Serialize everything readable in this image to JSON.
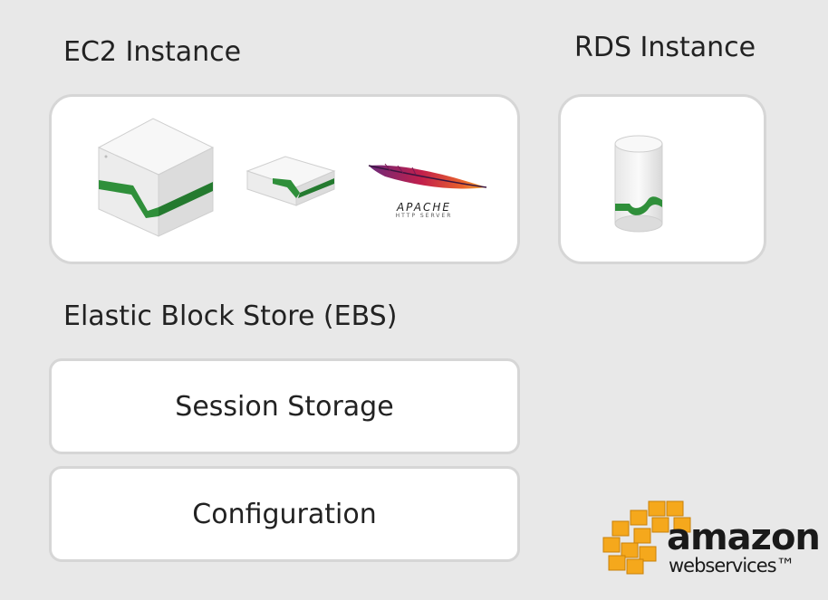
{
  "ec2": {
    "title": "EC2 Instance",
    "icons": [
      "large-server-cube-icon",
      "small-server-box-icon",
      "apache-feather-logo"
    ],
    "apache_logo_text": "APACHE",
    "apache_logo_subtext": "HTTP SERVER"
  },
  "rds": {
    "title": "RDS Instance",
    "icons": [
      "database-cylinder-icon"
    ]
  },
  "ebs": {
    "title": "Elastic Block Store (EBS)",
    "items": [
      "Session Storage",
      "Configuration"
    ]
  },
  "brand": {
    "logo_text_main": "amazon",
    "logo_text_sub": "webservices™",
    "accent_color": "#f5a81c",
    "icon_green": "#2f8f3a"
  }
}
